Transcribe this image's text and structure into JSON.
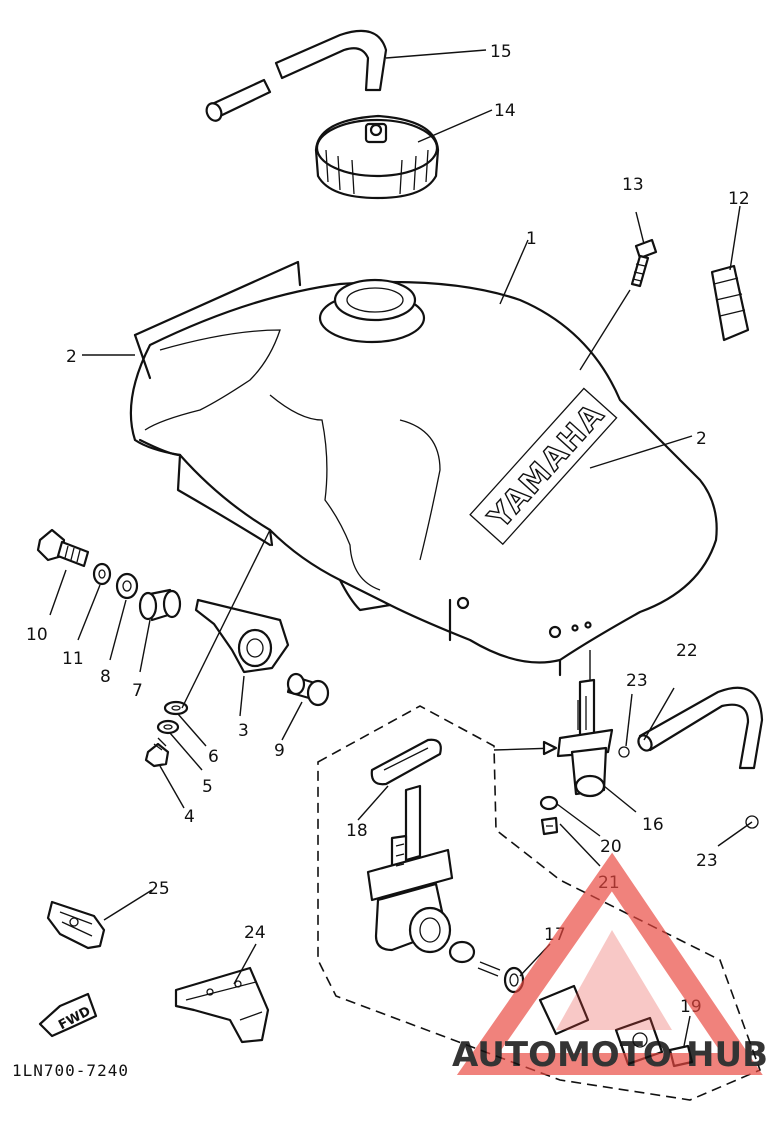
{
  "diagram_code": "1LN700-7240",
  "tank_brand": "YAMAHA",
  "fwd_label": "FWD",
  "watermark": {
    "text_left": "AUTOMOTO",
    "text_right": "HUB",
    "color_red": "#e8473f",
    "color_gold": "#f1b24a",
    "color_grey": "#8a8a8a"
  },
  "callouts": {
    "c1": "1",
    "c2a": "2",
    "c2b": "2",
    "c3": "3",
    "c4": "4",
    "c5": "5",
    "c6": "6",
    "c7": "7",
    "c8": "8",
    "c9": "9",
    "c10": "10",
    "c11": "11",
    "c12": "12",
    "c13": "13",
    "c14": "14",
    "c15": "15",
    "c16": "16",
    "c17": "17",
    "c18": "18",
    "c19": "19",
    "c20": "20",
    "c21": "21",
    "c22": "22",
    "c23a": "23",
    "c23b": "23",
    "c24": "24",
    "c25": "25"
  }
}
